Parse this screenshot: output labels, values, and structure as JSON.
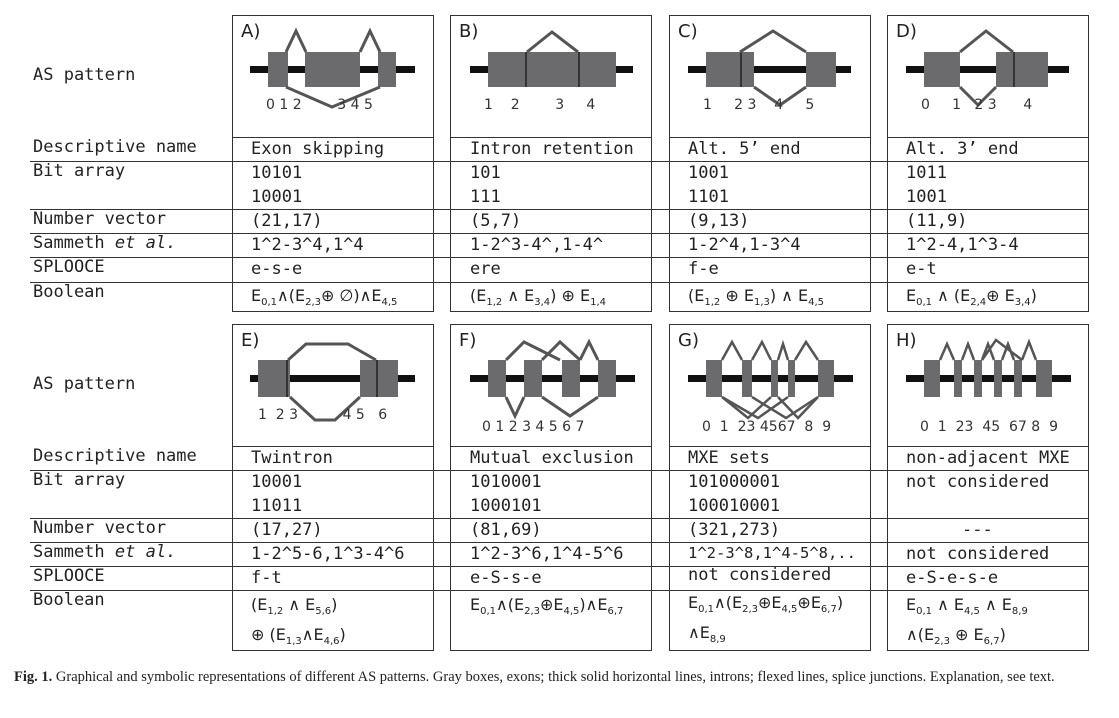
{
  "row_labels": {
    "as_pattern": "AS pattern",
    "descriptive_name": "Descriptive name",
    "bit_array": "Bit array",
    "number_vector": "Number vector",
    "sammeth_prefix": "Sammeth ",
    "sammeth_italic": "et al.",
    "splooce": "SPLOOCE",
    "boolean": "Boolean"
  },
  "panels": [
    {
      "letter": "A)",
      "numbers": "0 1 2        3 4 5",
      "name": "Exon skipping",
      "bits": [
        "10101",
        "10001"
      ],
      "vector": "(21,17)",
      "sammeth": "1^2-3^4,1^4",
      "splooce": "e-s-e",
      "boolean_a": "E",
      "boolean_b": ""
    },
    {
      "letter": "B)",
      "numbers": "1    2        3     4",
      "name": "Intron retention",
      "bits": [
        "101",
        "111"
      ],
      "vector": "(5,7)",
      "sammeth": "1-2^3-4^,1-4^",
      "splooce": "ere"
    },
    {
      "letter": "C)",
      "numbers": "1     2 3    4     5",
      "name": "Alt. 5’ end",
      "bits": [
        "1001",
        "1101"
      ],
      "vector": "(9,13)",
      "sammeth": "1-2^4,1-3^4",
      "splooce": "f-e"
    },
    {
      "letter": "D)",
      "numbers": "0     1   2 3      4",
      "name": "Alt. 3’ end",
      "bits": [
        "1011",
        "1001"
      ],
      "vector": "(11,9)",
      "sammeth": "1^2-4,1^3-4",
      "splooce": "e-t"
    },
    {
      "letter": "E)",
      "numbers": "1  2 3          4 5   6",
      "name": "Twintron",
      "bits": [
        "10001",
        "11011"
      ],
      "vector": "(17,27)",
      "sammeth": "1-2^5-6,1^3-4^6",
      "splooce": "f-t"
    },
    {
      "letter": "F)",
      "numbers": "0 1 2 3 4 5 6 7",
      "name": "Mutual exclusion",
      "bits": [
        "1010001",
        "1000101"
      ],
      "vector": "(81,69)",
      "sammeth": "1^2-3^6,1^4-5^6",
      "splooce": "e-S-s-e"
    },
    {
      "letter": "G)",
      "numbers": "0  1  23 4567  8  9",
      "name": "MXE sets",
      "bits": [
        "101000001",
        "100010001"
      ],
      "vector": "(321,273)",
      "sammeth": "1^2-3^8,1^4-5^8,..",
      "splooce": "not considered"
    },
    {
      "letter": "H)",
      "numbers": "0  1  23  45  67 8  9",
      "name": "non-adjacent MXE",
      "bits": [
        "not considered",
        ""
      ],
      "vector": "---",
      "sammeth": "not considered",
      "splooce": "e-S-e-s-e"
    }
  ],
  "caption": {
    "label": "Fig. 1.",
    "text": " Graphical and symbolic representations of different AS patterns. Gray boxes, exons; thick solid horizontal lines, introns; flexed lines, splice junctions. Explanation, see text."
  },
  "colors": {
    "exon": "#6b6b6d",
    "intron": "#111111",
    "junction": "#555555",
    "border": "#333333"
  }
}
